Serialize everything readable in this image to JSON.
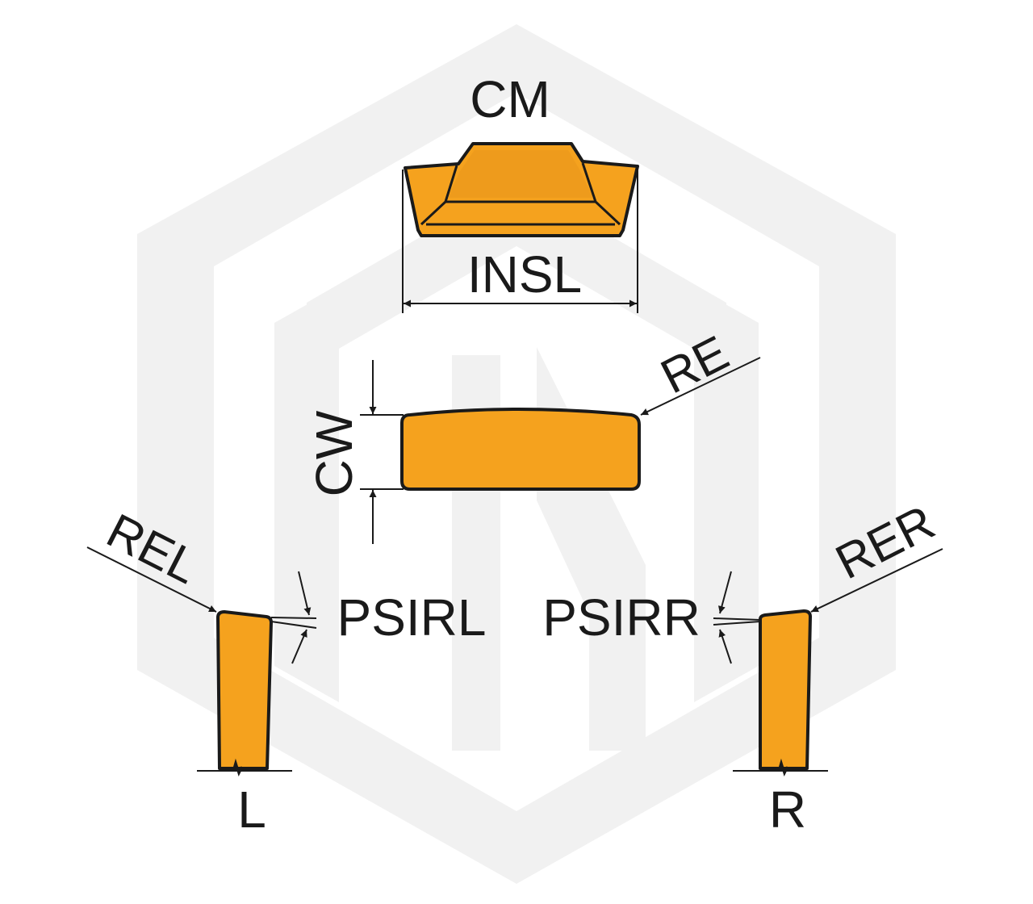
{
  "colors": {
    "insert_fill": "#F5A21E",
    "insert_shade": "#E8941A",
    "outline": "#1A1A1A",
    "watermark": "#F1F1F1",
    "background": "#FFFFFF"
  },
  "labels": {
    "cm": "CM",
    "insl": "INSL",
    "re": "RE",
    "cw": "CW",
    "rel": "REL",
    "rer": "RER",
    "psirl": "PSIRL",
    "psirr": "PSIRR",
    "left_hand": "L",
    "right_hand": "R"
  }
}
